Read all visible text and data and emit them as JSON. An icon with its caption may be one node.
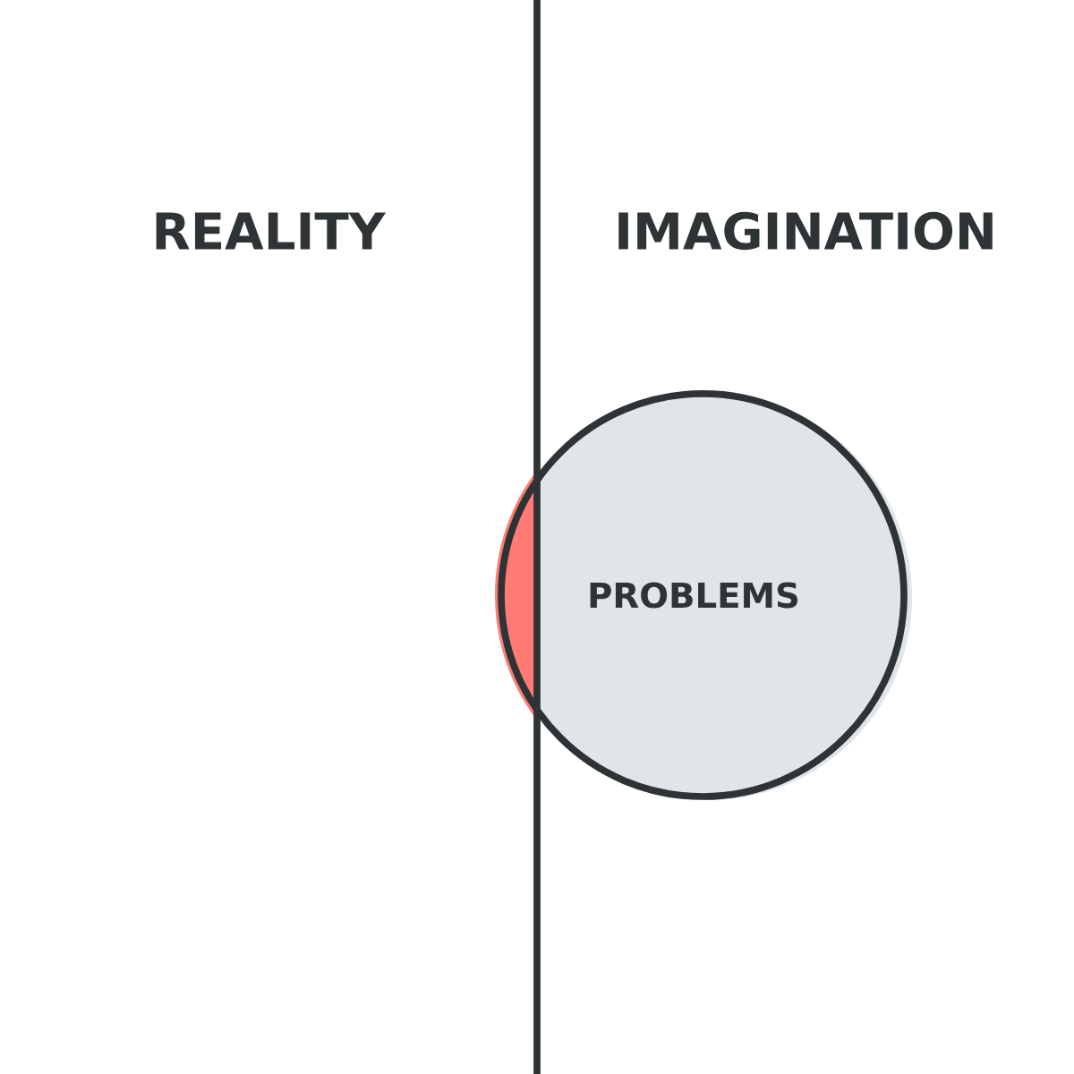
{
  "diagram": {
    "nodes": [
      {
        "text": [
          "PROBLEMS"
        ]
      }
    ],
    "labels": [
      "REALITY",
      "IMAGINATION"
    ]
  }
}
